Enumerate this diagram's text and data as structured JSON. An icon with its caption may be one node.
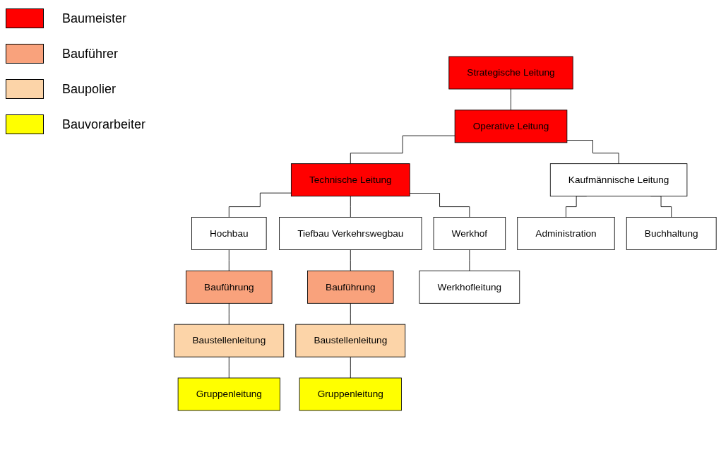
{
  "diagram": {
    "nodes": [
      {
        "text": [
          "Strategische Leitung"
        ]
      },
      {
        "text": [
          "Operative Leitung"
        ]
      },
      {
        "text": [
          "Technische Leitung"
        ]
      },
      {
        "text": [
          "Kaufmännische Leitung"
        ]
      },
      {
        "text": [
          "Hochbau"
        ]
      },
      {
        "text": [
          "Tiefbau Verkehrswegbau"
        ]
      },
      {
        "text": [
          "Werkhof"
        ]
      },
      {
        "text": [
          "Administration"
        ]
      },
      {
        "text": [
          "Buchhaltung"
        ]
      },
      {
        "text": [
          "Bauführung"
        ]
      },
      {
        "text": [
          "Baustellenleitung"
        ]
      },
      {
        "text": [
          "Gruppenleitung"
        ]
      },
      {
        "text": [
          "Bauführung"
        ]
      },
      {
        "text": [
          "Baustellenleitung"
        ]
      },
      {
        "text": [
          "Gruppenleitung"
        ]
      },
      {
        "text": [
          "Werkhofleitung"
        ]
      }
    ],
    "edges": [
      {
        "from": 0,
        "to": 1,
        "arrow": "none"
      },
      {
        "from": 1,
        "to": 2,
        "arrow": "none"
      },
      {
        "from": 1,
        "to": 3,
        "arrow": "none"
      },
      {
        "from": 2,
        "to": 4,
        "arrow": "none"
      },
      {
        "from": 2,
        "to": 5,
        "arrow": "none"
      },
      {
        "from": 2,
        "to": 6,
        "arrow": "none"
      },
      {
        "from": 3,
        "to": 7,
        "arrow": "none"
      },
      {
        "from": 3,
        "to": 8,
        "arrow": "none"
      },
      {
        "from": 4,
        "to": 9,
        "arrow": "none"
      },
      {
        "from": 9,
        "to": 10,
        "arrow": "none"
      },
      {
        "from": 10,
        "to": 11,
        "arrow": "none"
      },
      {
        "from": 5,
        "to": 12,
        "arrow": "none"
      },
      {
        "from": 12,
        "to": 13,
        "arrow": "none"
      },
      {
        "from": 13,
        "to": 14,
        "arrow": "none"
      },
      {
        "from": 6,
        "to": 15,
        "arrow": "none"
      }
    ],
    "legend": [
      {
        "text": "Baumeister",
        "color": "#ff0000"
      },
      {
        "text": "Bauführer",
        "color": "#f9a27c"
      },
      {
        "text": "Baupolier",
        "color": "#fcd4a8"
      },
      {
        "text": "Bauvorarbeiter",
        "color": "#ffff00"
      }
    ]
  }
}
